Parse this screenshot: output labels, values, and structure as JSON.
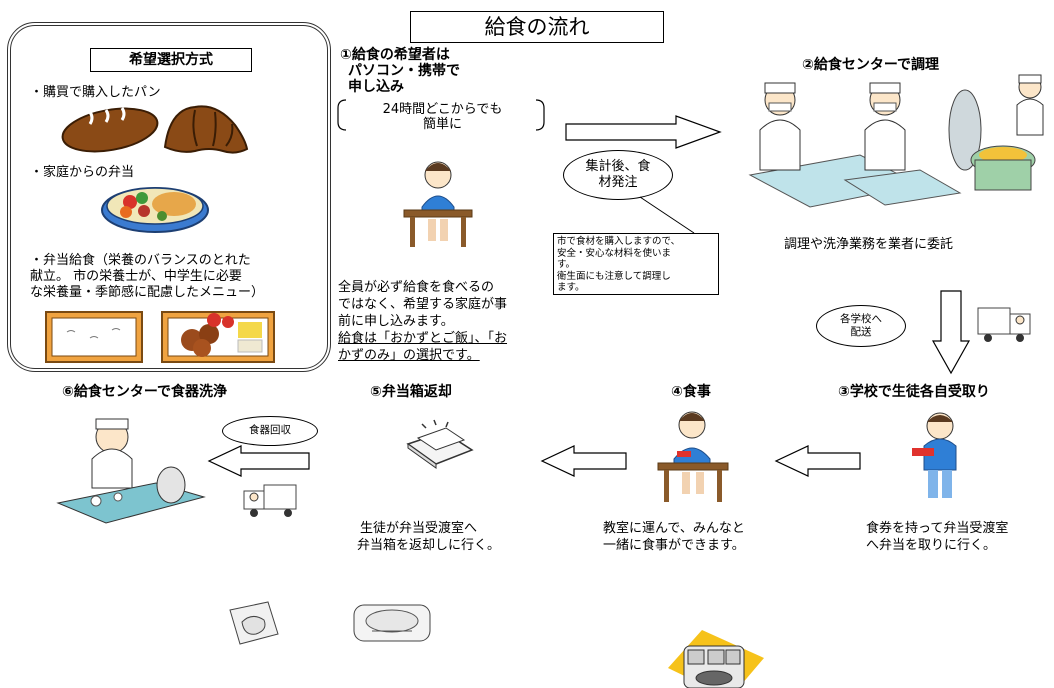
{
  "title": "給食の流れ",
  "left_panel": {
    "heading": "希望選択方式",
    "item1": "・購買で購入したパン",
    "item2": "・家庭からの弁当",
    "item3_lines": [
      "・弁当給食（栄養のバランスのとれた",
      "献立。 市の栄養士が、中学生に必要",
      "な栄養量・季節感に配慮したメニュー）"
    ]
  },
  "step1": {
    "title_lines": [
      "①給食の希望者は",
      "パソコン・携帯で",
      "申し込み"
    ],
    "bracket_lines": [
      "24時間どこからでも",
      "簡単に"
    ],
    "desc_lines": [
      "全員が必ず給食を食べるの",
      "ではなく、希望する家庭が事",
      "前に申し込みます。"
    ],
    "desc_underlined_lines": [
      "給食は「おかずとご飯」、「お",
      "かずのみ」の選択です。"
    ]
  },
  "order_bubble": {
    "lines": [
      "集計後、食",
      "材発注"
    ]
  },
  "order_note": {
    "lines": [
      "市で食材を購入しますので、",
      "安全・安心な材料を使いま",
      "す。",
      "衛生面にも注意して調理し",
      "ます。"
    ]
  },
  "step2": {
    "title": "②給食センターで調理",
    "caption": "調理や洗浄業務を業者に委託"
  },
  "delivery_bubble": {
    "lines": [
      "各学校へ",
      "配送"
    ]
  },
  "step3": {
    "title": "③学校で生徒各自受取り",
    "caption_lines": [
      "食券を持って弁当受渡室",
      "へ弁当を取りに行く。"
    ]
  },
  "step4": {
    "title": "④食事",
    "caption_lines": [
      "教室に運んで、みんなと",
      "一緒に食事ができます。"
    ]
  },
  "step5": {
    "title": "⑤弁当箱返却",
    "caption_lines": [
      "生徒が弁当受渡室へ",
      "弁当箱を返却しに行く。"
    ]
  },
  "step6": {
    "title": "⑥給食センターで食器洗浄"
  },
  "return_bubble": {
    "text": "食器回収"
  },
  "colors": {
    "bread": "#8a4a16",
    "accent_yellow": "#f6c21a",
    "uniform_blue": "#2f7fd6",
    "rice_box": "#6fb0e8"
  }
}
